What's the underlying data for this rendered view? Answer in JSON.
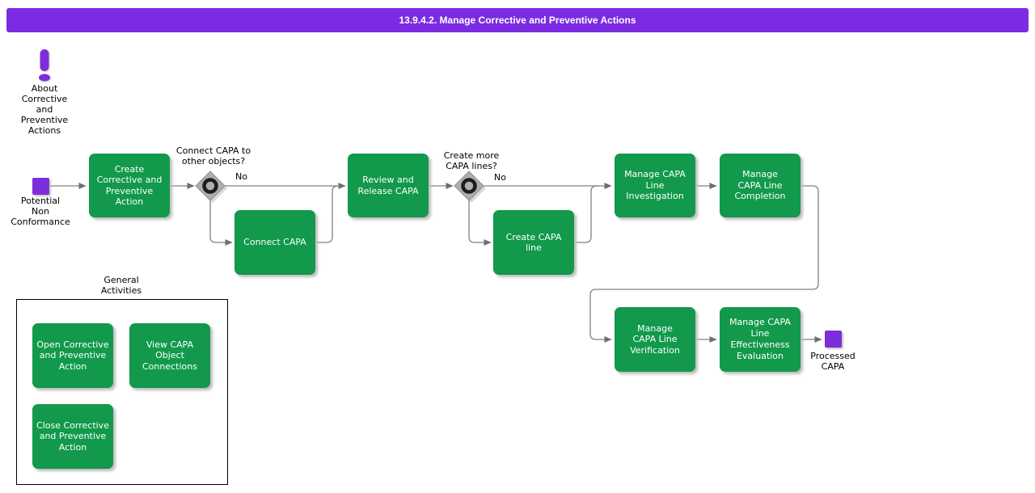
{
  "title": "13.9.4.2. Manage Corrective and Preventive Actions",
  "about": {
    "label": "About\nCorrective\nand\nPreventive\nActions"
  },
  "start_node": {
    "label": "Potential\nNon\nConformance"
  },
  "end_node": {
    "label": "Processed\nCAPA"
  },
  "nodes": {
    "create_capa": {
      "label": "Create\nCorrective and\nPreventive\nAction"
    },
    "connect_capa": {
      "label": "Connect CAPA"
    },
    "review_release_capa": {
      "label": "Review and\nRelease CAPA"
    },
    "create_capa_line": {
      "label": "Create CAPA\nline"
    },
    "manage_investigation": {
      "label": "Manage CAPA\nLine\nInvestigation"
    },
    "manage_completion": {
      "label": "Manage\nCAPA Line\nCompletion"
    },
    "manage_verification": {
      "label": "Manage\nCAPA Line\nVerification"
    },
    "manage_effectiveness": {
      "label": "Manage CAPA\nLine\nEffectiveness\nEvaluation"
    },
    "open_capa": {
      "label": "Open Corrective\nand Preventive\nAction"
    },
    "view_connections": {
      "label": "View CAPA\nObject\nConnections"
    },
    "close_capa": {
      "label": "Close Corrective\nand Preventive\nAction"
    }
  },
  "decisions": [
    {
      "question": "Connect CAPA to\nother objects?",
      "no_label": "No"
    },
    {
      "question": "Create more\nCAPA lines?",
      "no_label": "No"
    }
  ],
  "general_activities": {
    "label": "General\nActivities"
  },
  "colors": {
    "banner_purple": "#7c2be2",
    "node_purple": "#7d2edb",
    "activity_green": "#12994c",
    "connector_gray": "#808080",
    "diamond_gray": "#aeaeae"
  }
}
